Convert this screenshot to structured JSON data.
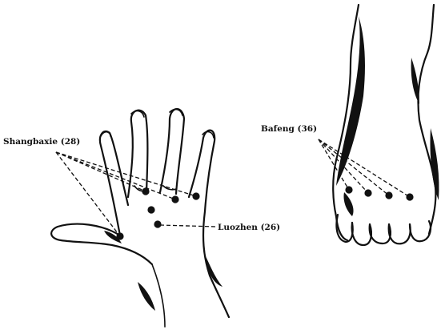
{
  "labels": {
    "shangbaxie": "Shangbaxie (28)",
    "luozhen": "Luozhen (26)",
    "bafeng": "Bafeng (36)"
  }
}
